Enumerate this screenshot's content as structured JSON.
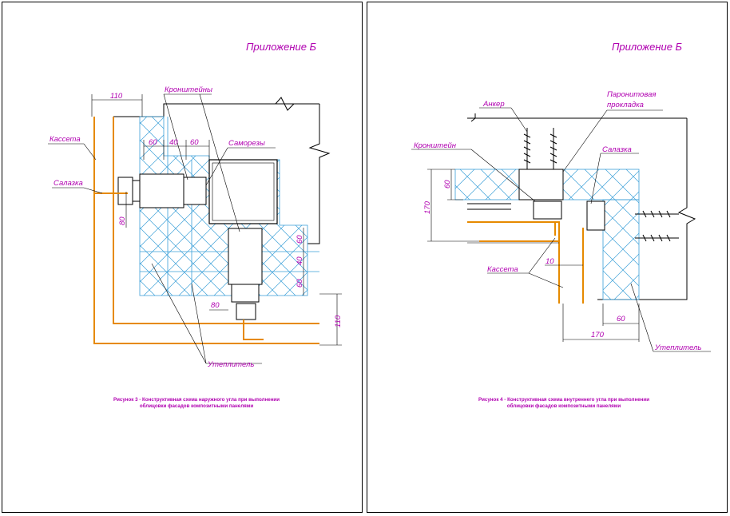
{
  "left_sheet": {
    "appendix_title": "Приложение Б",
    "labels": {
      "brackets": "Кронштейны",
      "screws": "Саморезы",
      "cassette": "Кассета",
      "slide": "Салазка",
      "insulation": "Утеплитель"
    },
    "dimensions": {
      "d110_top": "110",
      "d60_a": "60",
      "d40_a": "40",
      "d60_b": "60",
      "d80_left": "80",
      "d60_r1": "60",
      "d40_r": "40",
      "d60_r2": "60",
      "d80_bottom": "80",
      "d110_right": "110"
    },
    "caption_line1": "Рисунок 3 - Конструктивная схема наружного угла при выполнении",
    "caption_line2": "облицовки фасадов композитными панелями"
  },
  "right_sheet": {
    "appendix_title": "Приложение Б",
    "labels": {
      "anchor": "Анкер",
      "gasket_line1": "Паронитовая",
      "gasket_line2": "прокладка",
      "bracket": "Кронштейн",
      "slide": "Салазка",
      "cassette": "Кассета",
      "insulation": "Утеплитель"
    },
    "dimensions": {
      "d60_v": "60",
      "d170_v": "170",
      "d10": "10",
      "d60_h": "60",
      "d170_h": "170"
    },
    "caption_line1": "Рисунок 4 - Конструктивная схема внутреннего угла при выполнении",
    "caption_line2": "облицовки фасадов композитными панелями"
  },
  "colors": {
    "label": "#b000b0",
    "insulation": "#3a9fd8",
    "cassette": "#e68a00",
    "structure": "#000000"
  }
}
